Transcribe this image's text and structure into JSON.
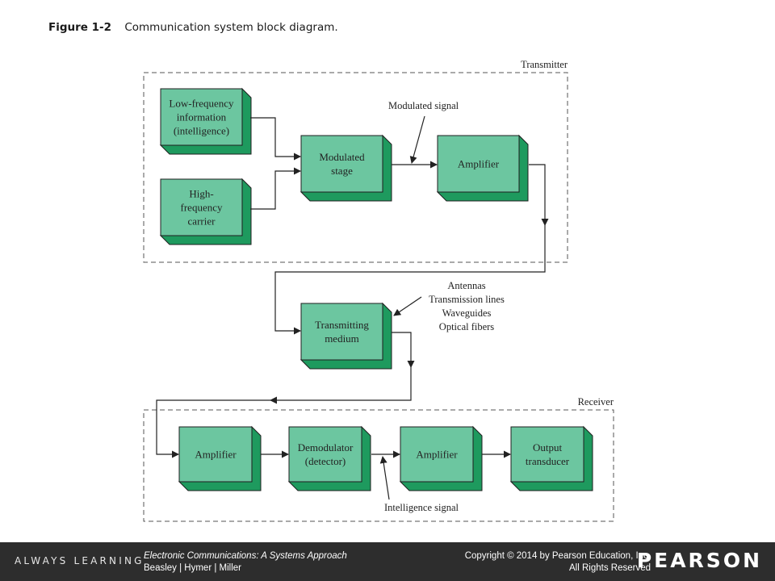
{
  "figure": {
    "number": "Figure 1-2",
    "caption": "Communication system block diagram."
  },
  "transmitter": {
    "label": "Transmitter",
    "blocks": {
      "low_freq_info": [
        "Low-frequency",
        "information",
        "(intelligence)"
      ],
      "hf_carrier": [
        "High-",
        "frequency",
        "carrier"
      ],
      "modulated_stage": [
        "Modulated",
        "stage"
      ],
      "amplifier": [
        "Amplifier"
      ]
    },
    "modulated_signal_label": "Modulated signal"
  },
  "medium": {
    "block": [
      "Transmitting",
      "medium"
    ],
    "types": [
      "Antennas",
      "Transmission lines",
      "Waveguides",
      "Optical fibers"
    ]
  },
  "receiver": {
    "label": "Receiver",
    "blocks": {
      "amplifier_in": [
        "Amplifier"
      ],
      "demodulator": [
        "Demodulator",
        "(detector)"
      ],
      "amplifier_out": [
        "Amplifier"
      ],
      "output_transducer": [
        "Output",
        "transducer"
      ]
    },
    "intelligence_signal_label": "Intelligence signal"
  },
  "colors": {
    "block_face": "#6cc6a0",
    "block_side": "#1e9a5e",
    "block_stroke": "#1f1f1f",
    "footer_bg": "#2d2d2d"
  },
  "footer": {
    "tagline": "ALWAYS LEARNING",
    "book_title": "Electronic Communications: A Systems Approach",
    "authors": "Beasley | Hymer | Miller",
    "copyright": "Copyright © 2014 by Pearson Education, Inc.",
    "rights": "All Rights Reserved",
    "publisher": "PEARSON"
  }
}
